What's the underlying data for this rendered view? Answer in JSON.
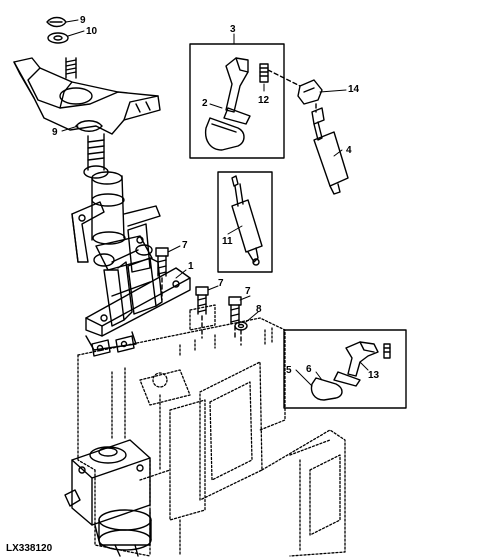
{
  "figure": {
    "reference_code": "LX338120"
  },
  "callouts": {
    "c1": "1",
    "c2": "2",
    "c3": "3",
    "c4": "4",
    "c5": "5",
    "c6": "6",
    "c7a": "7",
    "c7b": "7",
    "c7c": "7",
    "c8": "8",
    "c9a": "9",
    "c9b": "9",
    "c10": "10",
    "c11": "11",
    "c12": "12",
    "c13": "13",
    "c14": "14"
  }
}
